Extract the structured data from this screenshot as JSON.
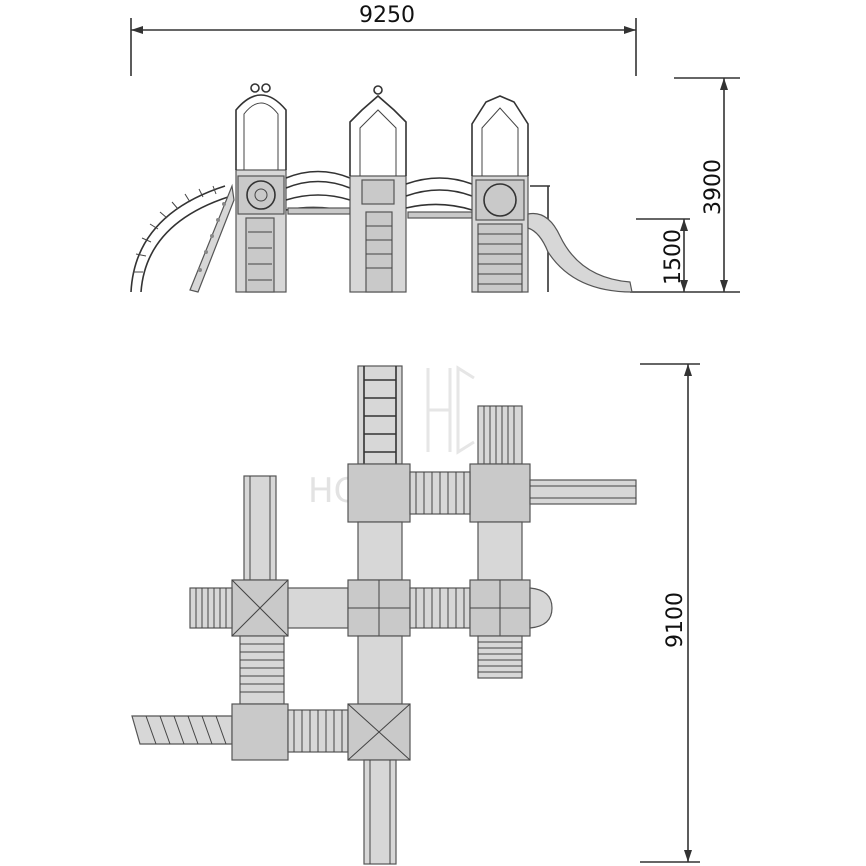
{
  "dimensions": {
    "width": "9250",
    "height_total": "3900",
    "height_platform": "1500",
    "depth": "9100"
  },
  "watermark": {
    "logo": "HC",
    "text": "НС-МОСКВА"
  }
}
